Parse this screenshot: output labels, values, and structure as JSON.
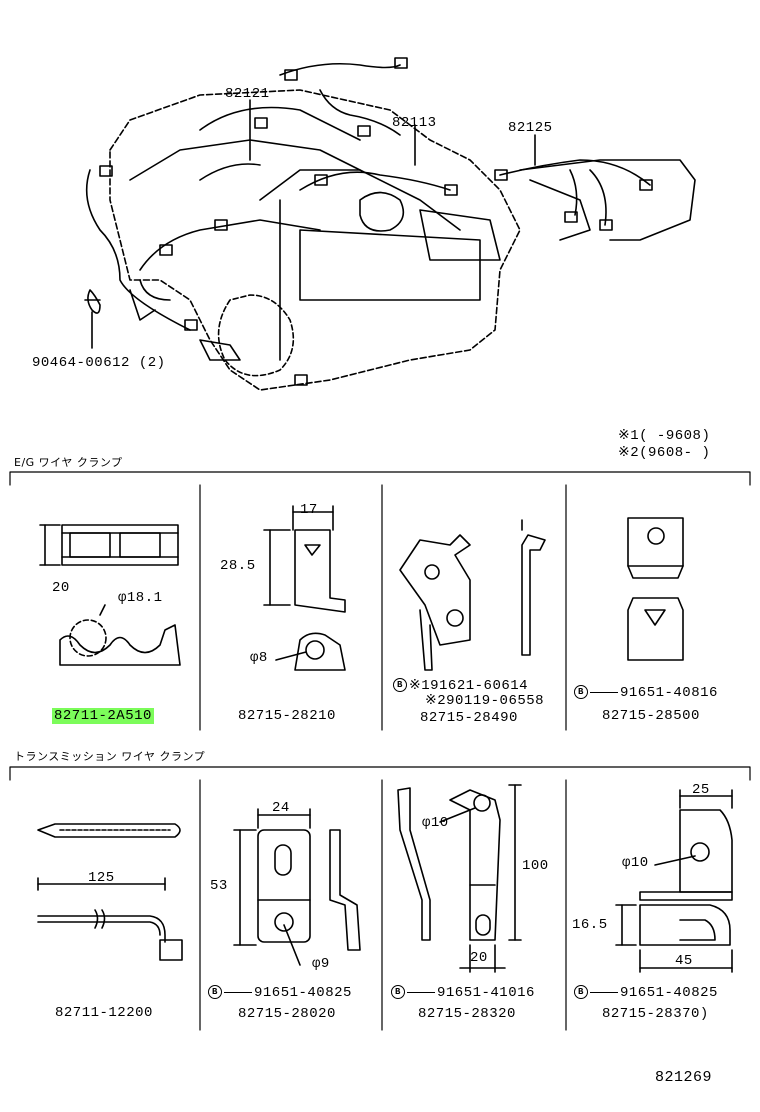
{
  "engine": {
    "labels": {
      "p82121": "82121",
      "p82113": "82113",
      "p82125": "82125",
      "clip_part": "90464-00612 (2)"
    }
  },
  "legend": {
    "note1": "※1(      -9608)",
    "note2": "※2(9608-      )"
  },
  "section1": {
    "title": "E/G ワイヤ クランプ",
    "items": [
      {
        "part": "82711-2A510",
        "dim_a": "20",
        "dim_b": "φ18.1",
        "highlight_color": "#7CFC5A"
      },
      {
        "part": "82715-28210",
        "dim_w": "17",
        "dim_h": "28.5",
        "dim_d": "φ8"
      },
      {
        "part": "82715-28490",
        "ref1": "※191621-60614",
        "ref2": "※290119-06558",
        "bolt": "B"
      },
      {
        "part": "82715-28500",
        "ref1": "91651-40816",
        "bolt": "B"
      }
    ]
  },
  "section2": {
    "title": "トランスミッション ワイヤ クランプ",
    "items": [
      {
        "part": "82711-12200",
        "dim_l": "125"
      },
      {
        "part": "82715-28020",
        "ref1": "91651-40825",
        "dim_w": "24",
        "dim_h": "53",
        "dim_d": "φ9",
        "bolt": "B"
      },
      {
        "part": "82715-28320",
        "ref1": "91651-41016",
        "dim_d": "φ10",
        "dim_h": "100",
        "dim_w": "20",
        "bolt": "B"
      },
      {
        "part": "82715-28370)",
        "ref1": "91651-40825",
        "dim_w": "25",
        "dim_d": "φ10",
        "dim_h": "16.5",
        "dim_l": "45",
        "bolt": "B"
      }
    ]
  },
  "footer": {
    "code": "821269"
  }
}
